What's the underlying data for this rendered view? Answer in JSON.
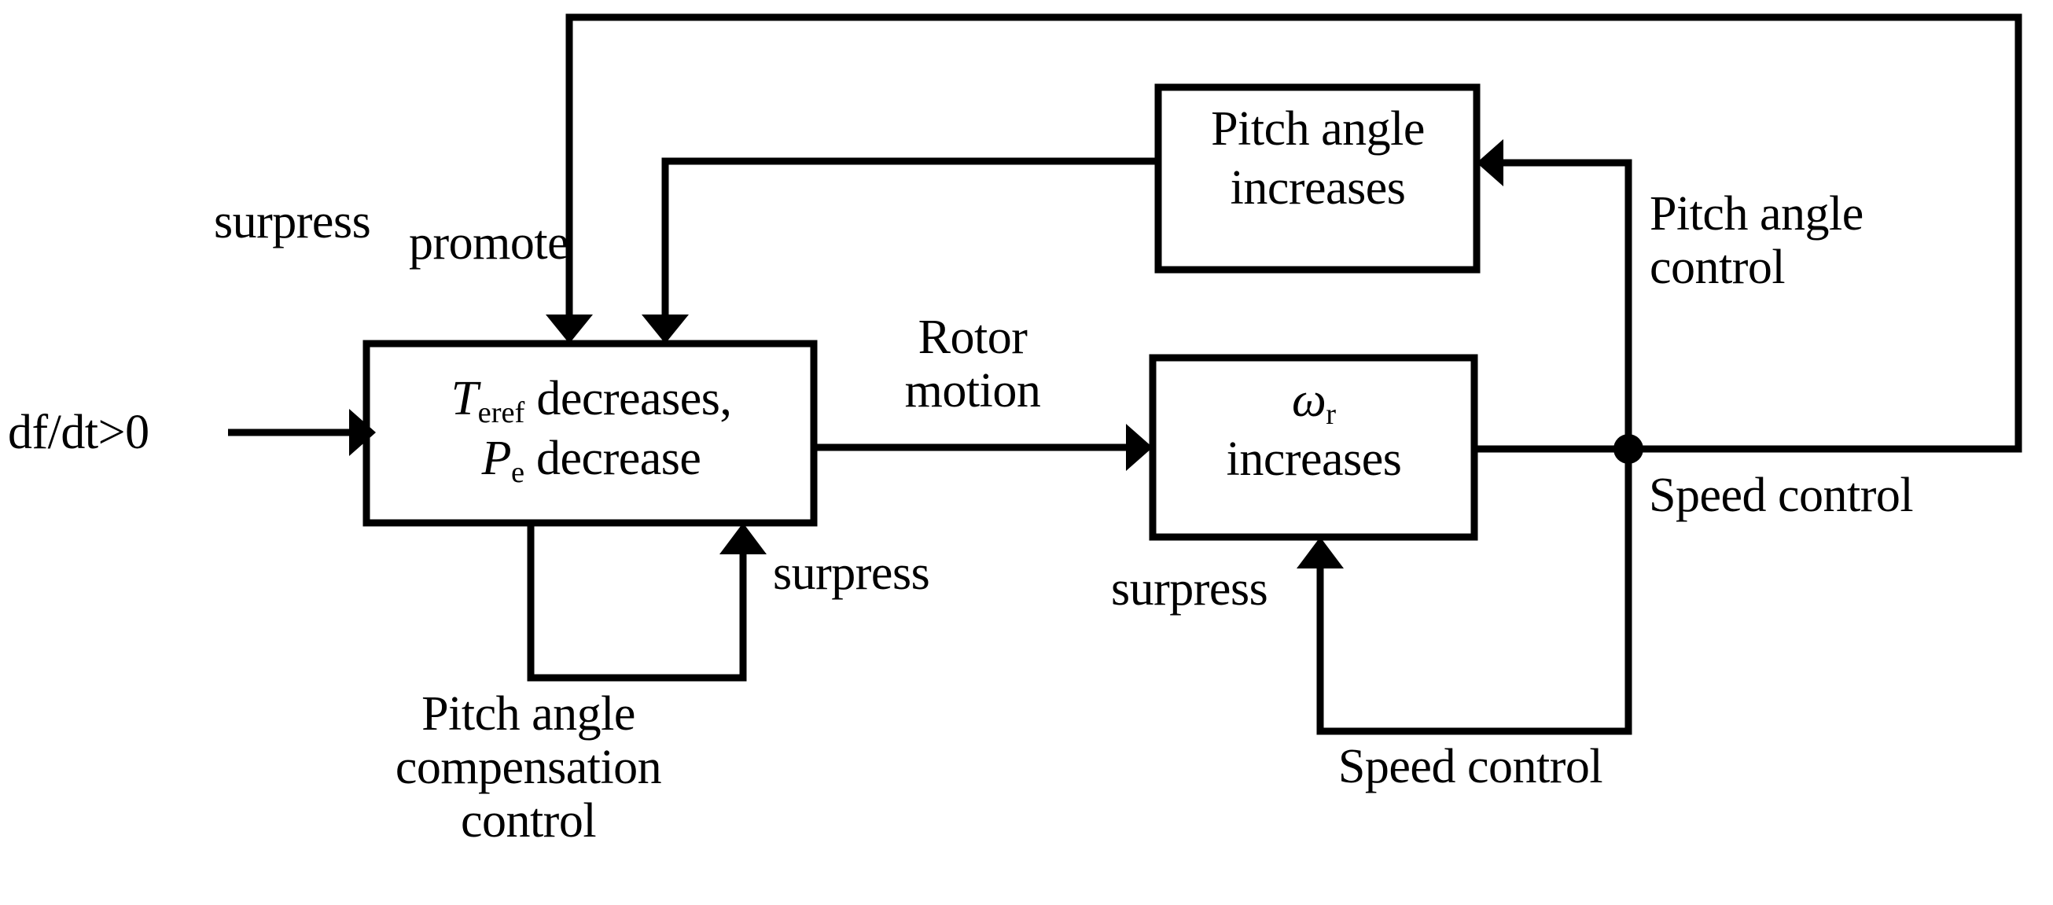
{
  "figure": {
    "type": "block-diagram",
    "title": "Frequency-rise control interaction block diagram",
    "background_color": "#ffffff",
    "line_color": "#000000"
  },
  "blocks": [
    {
      "id": "teref-block",
      "lines": [
        "Teref decreases,",
        "Pe decrease"
      ],
      "line1_main": "T",
      "line1_sub": "eref",
      "line1_tail": "decreases,",
      "line2_main": "P",
      "line2_sub": "e",
      "line2_tail": "decrease"
    },
    {
      "id": "pitch-angle-increases-block",
      "line1": "Pitch angle",
      "line2": "increases"
    },
    {
      "id": "omega-r-increases-block",
      "line1_main": "ω",
      "line1_sub": "r",
      "line2": "increases"
    }
  ],
  "signals": {
    "input_label": "df/dt>0",
    "rotor_motion_l1": "Rotor",
    "rotor_motion_l2": "motion",
    "surpress_top": "surpress",
    "promote": "promote",
    "surpress_pitch_comp": "surpress",
    "surpress_speed": "surpress",
    "pitch_angle_control_l1": "Pitch angle",
    "pitch_angle_control_l2": "control",
    "speed_control_right": "Speed control",
    "speed_control_bottom": "Speed control",
    "pitch_comp_l1": "Pitch angle",
    "pitch_comp_l2": "compensation",
    "pitch_comp_l3": "control"
  }
}
